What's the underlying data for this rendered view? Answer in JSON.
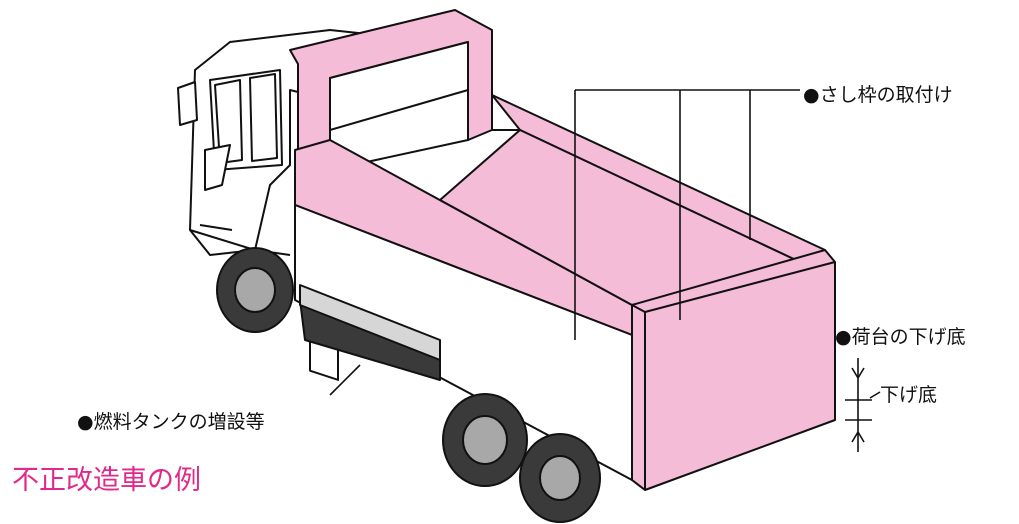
{
  "labels": {
    "sashiwaku": "●さし枠の取付け",
    "nidai_sagezoko": "●荷台の下げ底",
    "sagezoko": "下げ底",
    "fuel_tank": "●燃料タンクの増設等"
  },
  "title": "不正改造車の例",
  "colors": {
    "highlight_pink": "#f4bcd6",
    "title_pink": "#e0298a",
    "tire_dark": "#3a3a3a",
    "tire_hub": "#a8a8a8",
    "chassis_gray": "#d6d6d6",
    "line": "#111111"
  }
}
